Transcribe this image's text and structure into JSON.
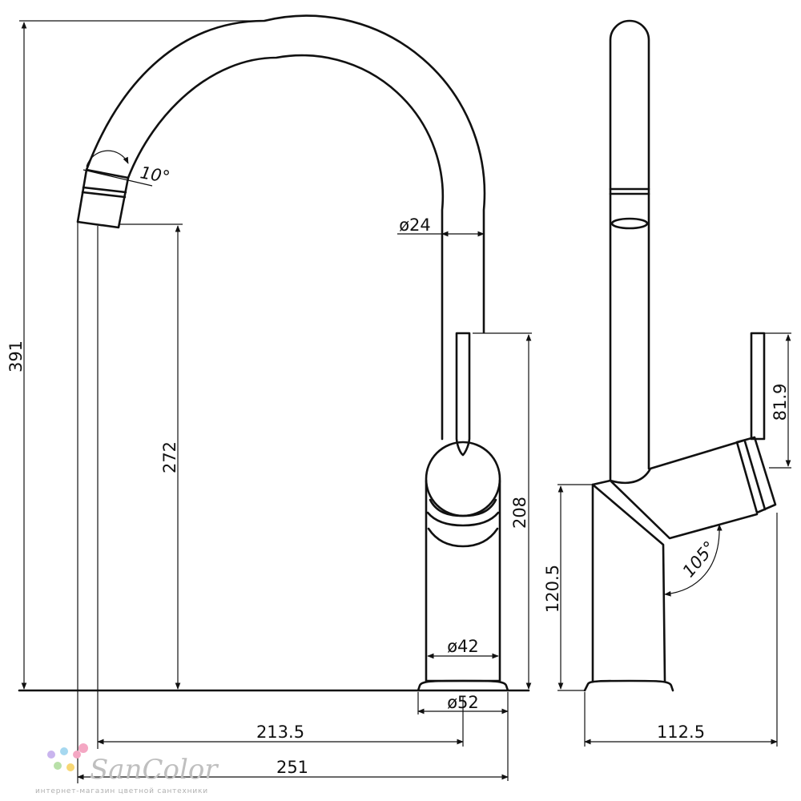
{
  "dimensions": {
    "total_height": "391",
    "spout_height": "272",
    "lever_height": "208",
    "side_lever_height": "81.9",
    "side_body_height": "120.5",
    "spout_diameter": "ø24",
    "body_diameter": "ø42",
    "base_diameter": "ø52",
    "spout_reach": "213.5",
    "overall_reach": "251",
    "side_depth": "112.5",
    "tip_angle": "10°",
    "lever_angle": "105°"
  },
  "watermark": {
    "brand": "SanColor",
    "tagline": "интернет-магазин цветной сантехники",
    "dot_colors": [
      "#f4a7c3",
      "#f7d774",
      "#a6d8f0",
      "#c9b4ee",
      "#b8e0a8"
    ]
  }
}
